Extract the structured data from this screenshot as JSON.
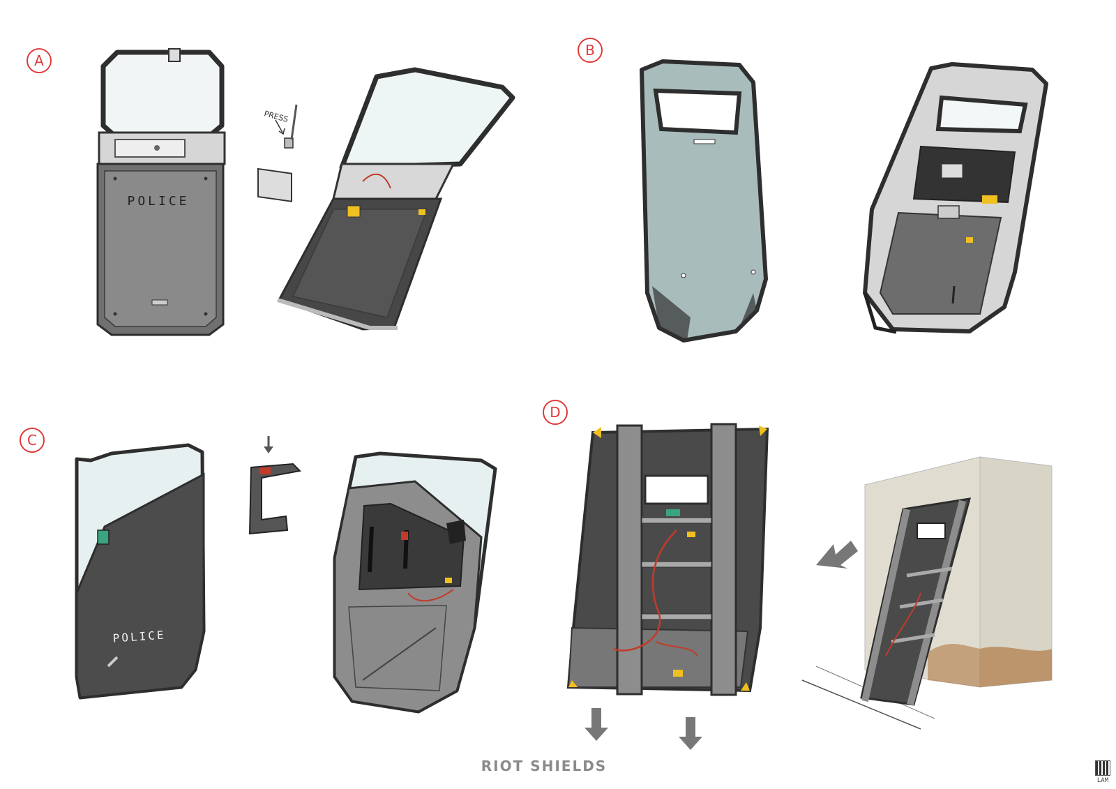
{
  "sheet": {
    "title": "RIOT SHIELDS",
    "artist_mark": "LAM",
    "variants": [
      {
        "letter": "A"
      },
      {
        "letter": "B"
      },
      {
        "letter": "C"
      },
      {
        "letter": "D"
      }
    ],
    "annotations": {
      "press": "PRESS",
      "police_a": "POLICE",
      "police_c": "POLICE"
    },
    "colors": {
      "label_red": "#e03a3a",
      "shield_dark": "#4a4a4a",
      "shield_mid": "#8d8d8d",
      "frame": "#d4d4d4",
      "glass": "#e8f0f0",
      "visor_b": "#a9bcbc",
      "accent_yellow": "#f0c020",
      "accent_red": "#c23b2a",
      "wall": "#d8d4c6",
      "rust": "#b07a46"
    }
  }
}
